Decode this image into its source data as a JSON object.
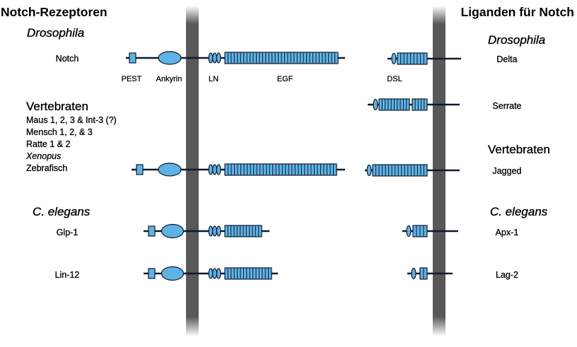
{
  "headers": {
    "receptors": "Notch-Rezeptoren",
    "ligands": "Liganden für Notch"
  },
  "receptors": {
    "drosophila": {
      "group": "Drosophila",
      "proteins": [
        "Notch"
      ]
    },
    "domain_labels": {
      "pest": "PEST",
      "ankyrin": "Ankyrin",
      "ln": "LN",
      "egf": "EGF"
    },
    "vertebrates": {
      "group": "Vertebraten",
      "species": [
        "Maus 1, 2, 3 & Int-3 (?)",
        "Mensch 1, 2, & 3",
        "Ratte 1 & 2",
        "Xenopus",
        "Zebrafisch"
      ]
    },
    "c_elegans": {
      "group": "C. elegans",
      "proteins": [
        "Glp-1",
        "Lin-12"
      ]
    }
  },
  "ligands": {
    "drosophila": {
      "group": "Drosophila",
      "proteins": [
        "Delta",
        "Serrate"
      ]
    },
    "domain_labels": {
      "dsl": "DSL"
    },
    "vertebrates": {
      "group": "Vertebraten",
      "proteins": [
        "Jagged"
      ]
    },
    "c_elegans": {
      "group": "C. elegans",
      "proteins": [
        "Apx-1",
        "Lag-2"
      ]
    }
  },
  "colors": {
    "domain_fill": "#5fb2e5",
    "outline": "#0f1a2c",
    "membrane": "#585858"
  }
}
